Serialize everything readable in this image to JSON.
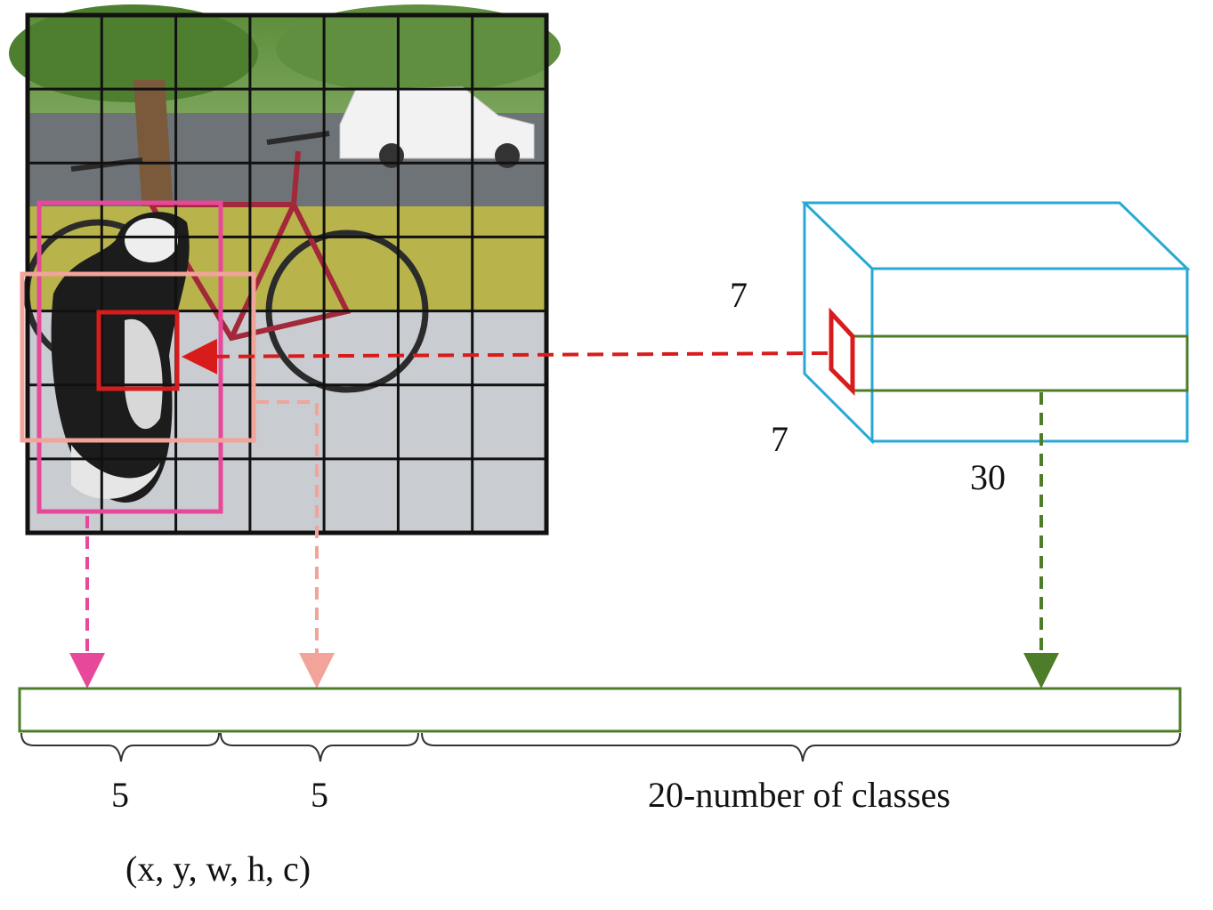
{
  "tensor": {
    "height_label": "7",
    "width_label": "7",
    "depth_label": "30",
    "box_color": "#27a9d6",
    "cell_highlight_color": "#d81c1c",
    "row_highlight_color": "#4e7d2a"
  },
  "image": {
    "grid_rows": 7,
    "grid_cols": 7,
    "box1_color": "#e8489a",
    "box2_color": "#f2a39a",
    "cell_color": "#d81c1c"
  },
  "vector": {
    "segments": [
      {
        "size_label": "5",
        "note": "(x, y, w, h, c)"
      },
      {
        "size_label": "5",
        "note": ""
      },
      {
        "size_label": "20-number of classes",
        "note": ""
      }
    ],
    "border_color": "#4e7d2a"
  }
}
